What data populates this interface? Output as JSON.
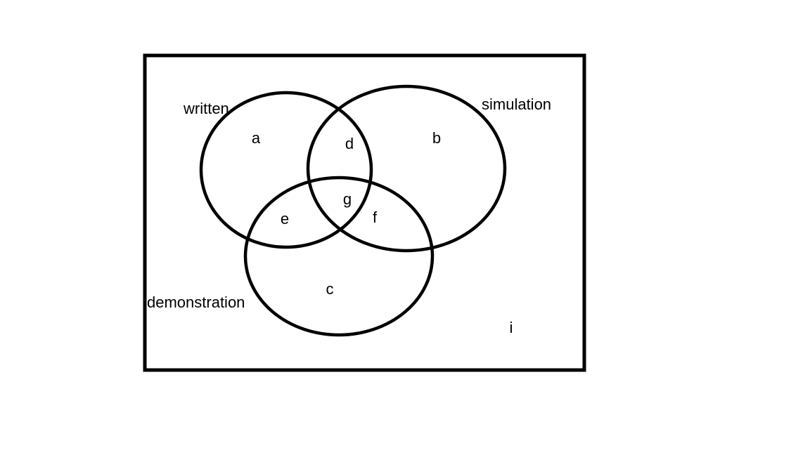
{
  "diagram": {
    "type": "venn",
    "background_color": "#ffffff",
    "stroke_color": "#000000",
    "sets": [
      {
        "id": "written",
        "label": "written"
      },
      {
        "id": "simulation",
        "label": "simulation"
      },
      {
        "id": "demonstration",
        "label": "demonstration"
      }
    ],
    "regions": [
      {
        "id": "a",
        "label": "a"
      },
      {
        "id": "b",
        "label": "b"
      },
      {
        "id": "c",
        "label": "c"
      },
      {
        "id": "d",
        "label": "d"
      },
      {
        "id": "e",
        "label": "e"
      },
      {
        "id": "f",
        "label": "f"
      },
      {
        "id": "g",
        "label": "g"
      },
      {
        "id": "i",
        "label": "i"
      }
    ]
  }
}
